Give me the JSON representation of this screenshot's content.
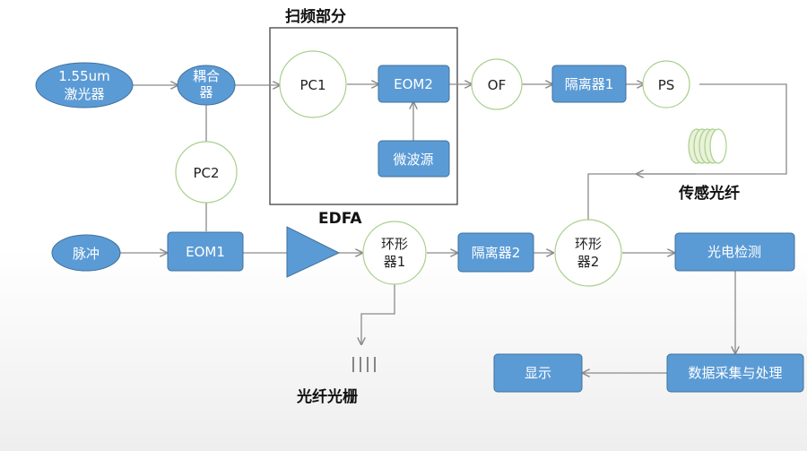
{
  "colors": {
    "box_fill": "#5b9bd5",
    "box_stroke": "#41719c",
    "circle_stroke": "#a8d08d",
    "line": "#8a8a8a"
  },
  "labels": {
    "scan_section": "扫频部分",
    "edfa": "EDFA",
    "sensing_fiber": "传感光纤",
    "fbg": "光纤光栅"
  },
  "nodes": {
    "laser": [
      "1.55um",
      "激光器"
    ],
    "coupler": [
      "耦合",
      "器"
    ],
    "pc1": "PC1",
    "eom2": "EOM2",
    "microwave": "微波源",
    "of": "OF",
    "isolator1": "隔离器1",
    "ps": "PS",
    "pc2": "PC2",
    "pulse": "脉冲",
    "eom1": "EOM1",
    "circulator1": [
      "环形",
      "器1"
    ],
    "isolator2": "隔离器2",
    "circulator2": [
      "环形",
      "器2"
    ],
    "photodetector": "光电检测",
    "daq": "数据采集与处理",
    "display": "显示"
  }
}
